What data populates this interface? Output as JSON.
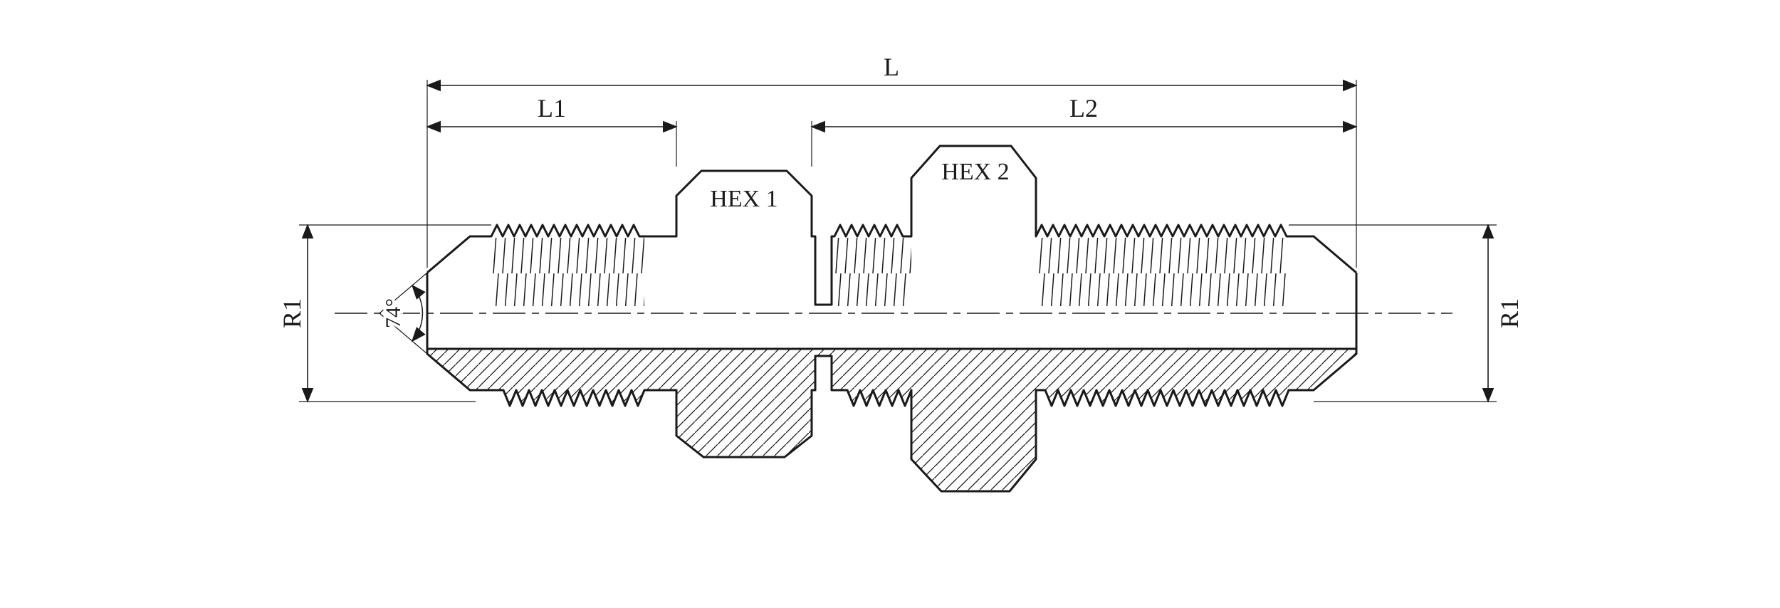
{
  "drawing": {
    "labels": {
      "dim_l": "L",
      "dim_l1": "L1",
      "dim_l2": "L2",
      "hex1": "HEX 1",
      "hex2": "HEX 2",
      "r1_left": "R1",
      "r1_right": "R1",
      "angle": "74°"
    },
    "colors": {
      "line": "#1a1a1a",
      "background": "#ffffff"
    }
  }
}
